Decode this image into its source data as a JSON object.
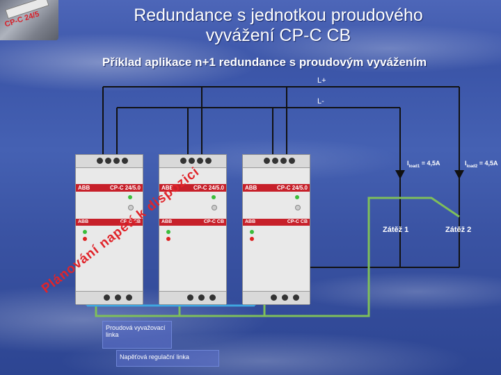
{
  "slide": {
    "title_line1": "Redundance s jednotkou proudového",
    "title_line2": "vyvážení   CP-C CB",
    "subtitle": "Příklad aplikace n+1 redundance s proudovým vyvážením"
  },
  "corner_photo": {
    "label": "CP-C 24/5"
  },
  "rails": {
    "positive": "L+",
    "negative": "L-"
  },
  "loads": [
    {
      "name": "Zátěž 1",
      "current": "= 4,5A",
      "sub": "load1"
    },
    {
      "name": "Zátěž 2",
      "current": "= 4,5A",
      "sub": "load2"
    }
  ],
  "current_symbol": "I",
  "diagonal_text": "Plánování napětí k dispozici",
  "modules": [
    {
      "brand": "ABB",
      "model": "CP-C 24/5.0",
      "brand2": "ABB",
      "model2": "CP-C CB"
    },
    {
      "brand": "ABB",
      "model": "CP-C 24/5.0",
      "brand2": "ABB",
      "model2": "CP-C CB"
    },
    {
      "brand": "ABB",
      "model": "CP-C 24/5.0",
      "brand2": "ABB",
      "model2": "CP-C CB"
    }
  ],
  "legend": {
    "current_line": "Proudová vyvažovací linka",
    "voltage_line": "Napěťová regulační linka"
  },
  "colors": {
    "wire": "#111111",
    "current_line": "#7fbf5a",
    "voltage_line": "#3fa6e0",
    "accent_red": "#c7202a"
  }
}
